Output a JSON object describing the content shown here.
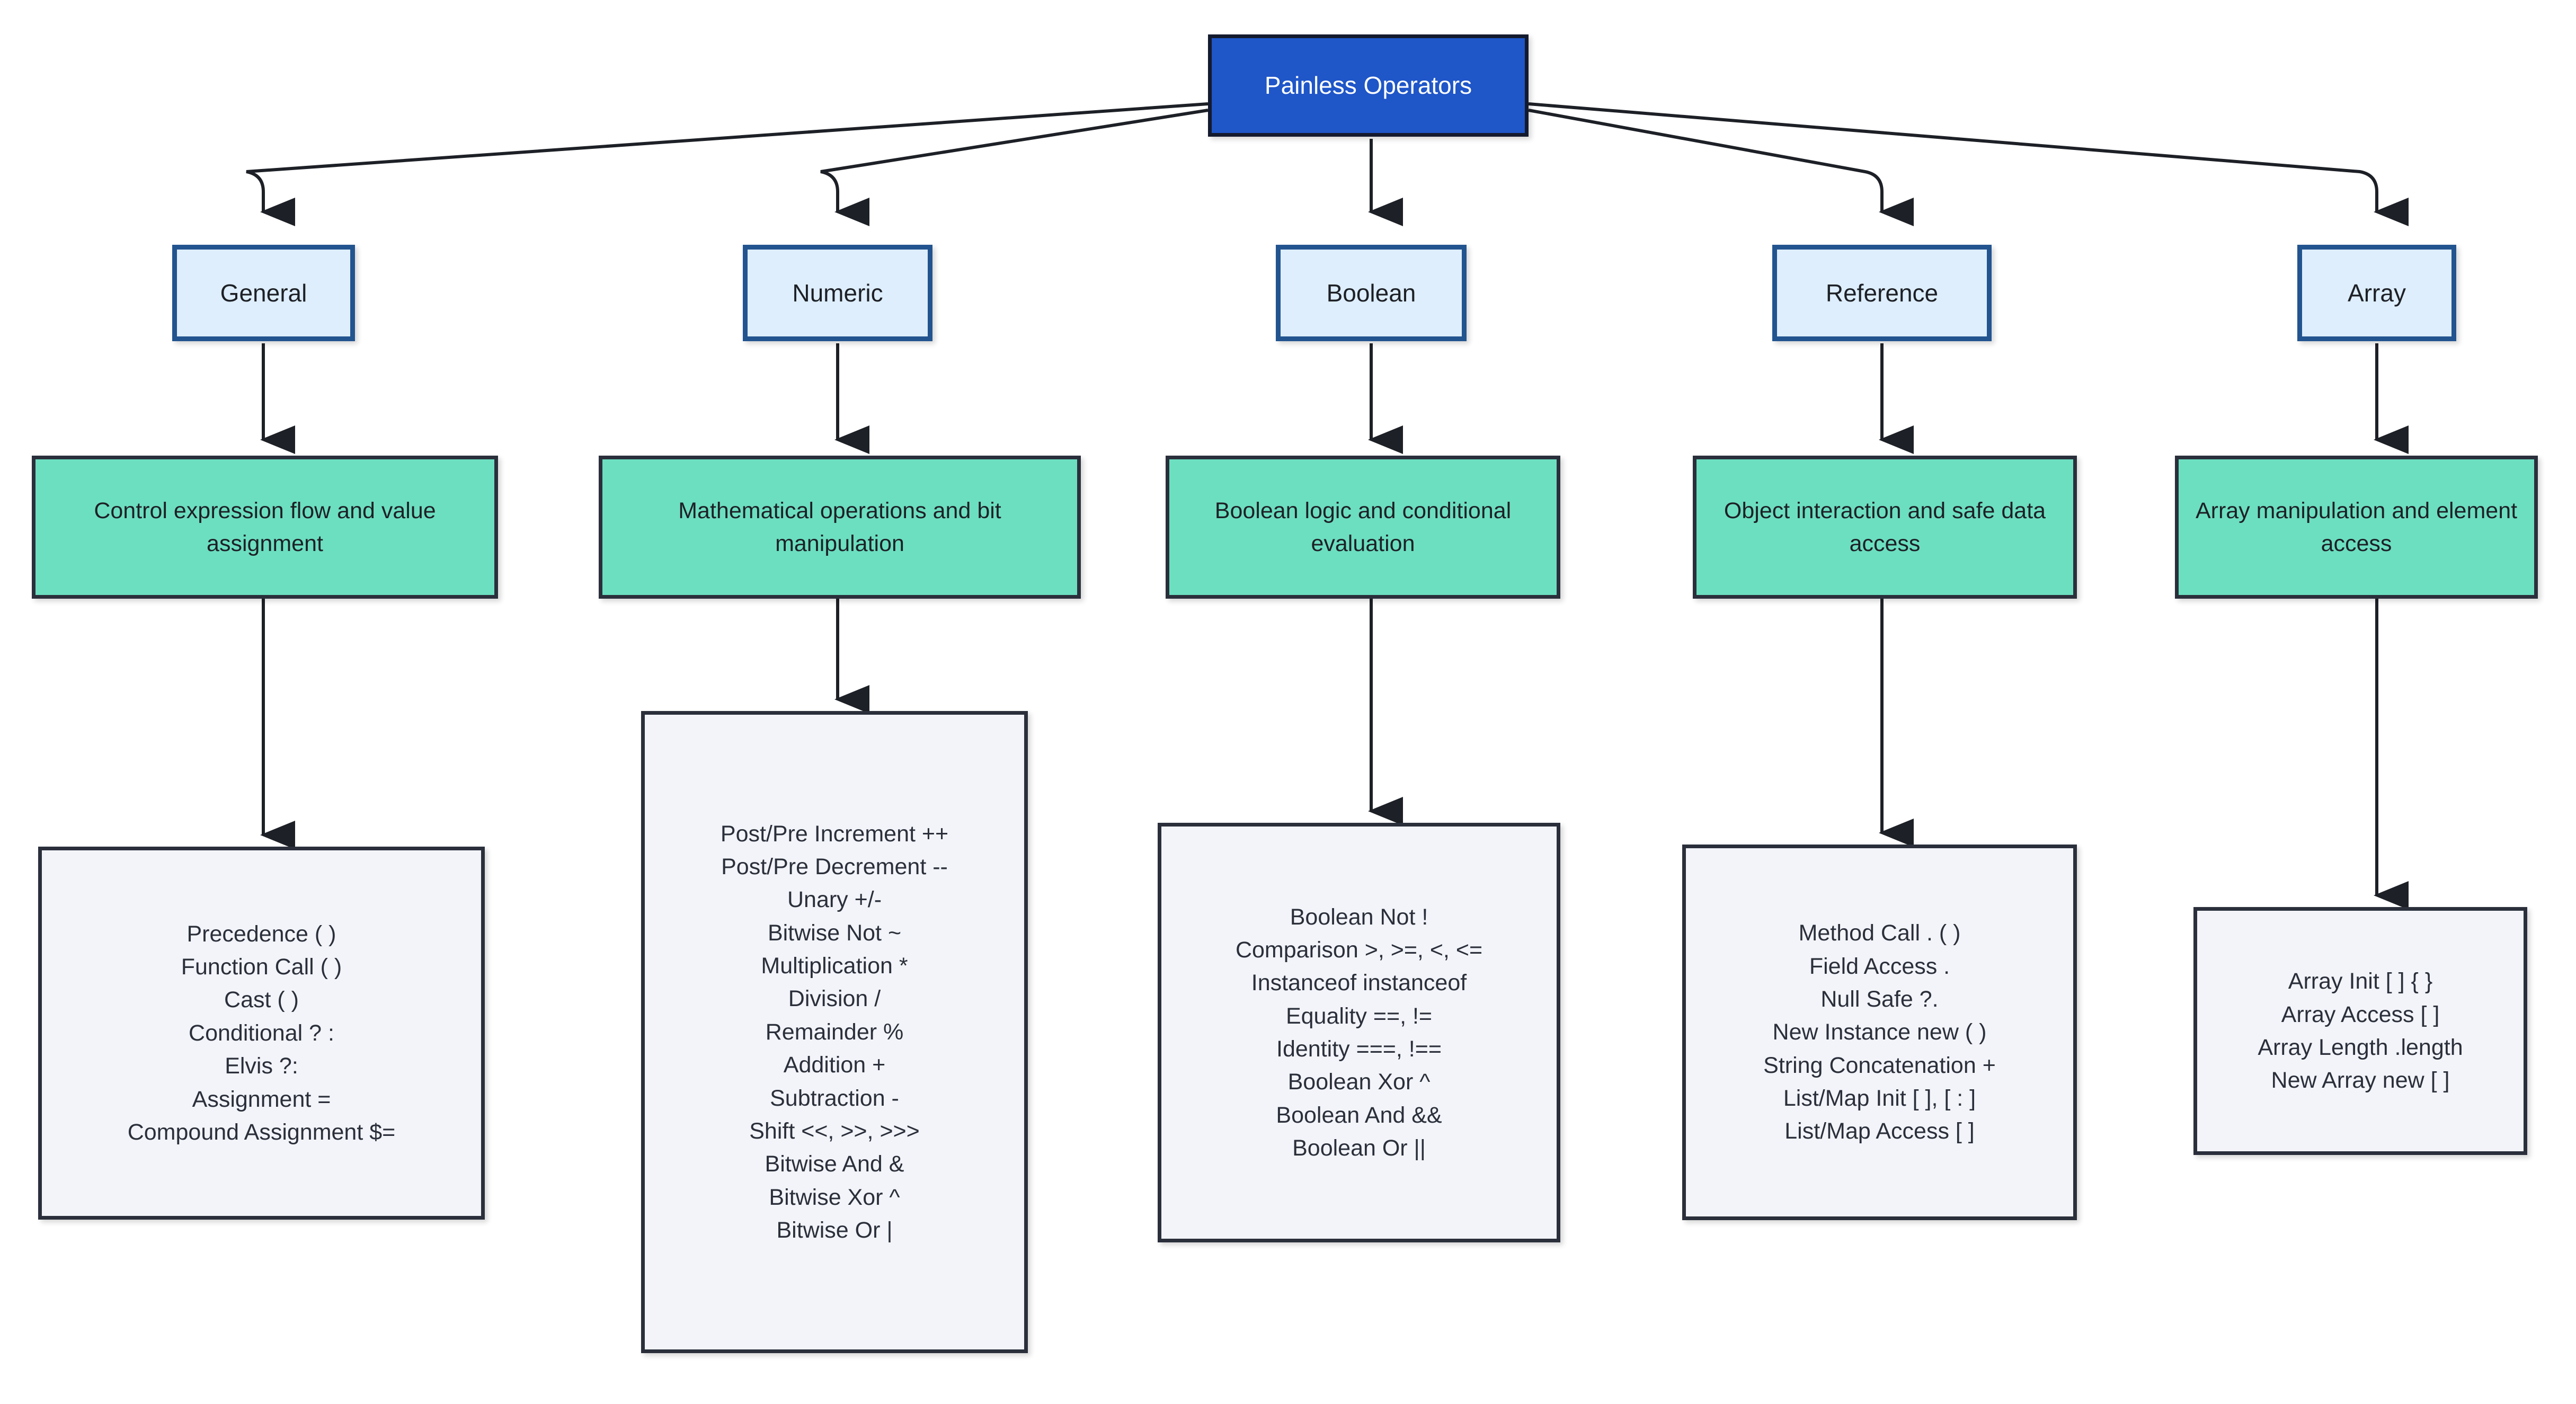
{
  "diagram": {
    "title": "Painless Operators",
    "type": "flowchart",
    "orientation": "top-down",
    "colors": {
      "root_fill": "#1f56c8",
      "root_border": "#141a2e",
      "root_text": "#ffffff",
      "category_fill": "#deeefc",
      "category_border": "#22548f",
      "description_fill": "#6cdfc0",
      "description_border": "#2a2f3b",
      "list_fill": "#f2f4f9",
      "list_border": "#2a2f3b",
      "edge_stroke": "#1d2026",
      "background": "#ffffff"
    }
  },
  "root": {
    "label": "Painless Operators"
  },
  "branches": [
    {
      "id": "general",
      "category": "General",
      "description": "Control expression flow and value assignment",
      "operators": [
        "Precedence ( )",
        "Function Call ( )",
        "Cast ( )",
        "Conditional ? :",
        "Elvis ?:",
        "Assignment =",
        "Compound Assignment $="
      ]
    },
    {
      "id": "numeric",
      "category": "Numeric",
      "description": "Mathematical operations and bit manipulation",
      "operators": [
        "Post/Pre Increment ++",
        "Post/Pre Decrement --",
        "Unary +/-",
        "Bitwise Not ~",
        "Multiplication *",
        "Division /",
        "Remainder %",
        "Addition +",
        "Subtraction -",
        "Shift <<, >>, >>>",
        "Bitwise And &",
        "Bitwise Xor ^",
        "Bitwise Or |"
      ]
    },
    {
      "id": "boolean",
      "category": "Boolean",
      "description": "Boolean logic and conditional evaluation",
      "operators": [
        "Boolean Not !",
        "Comparison >, >=, <, <=",
        "Instanceof instanceof",
        "Equality ==, !=",
        "Identity ===, !==",
        "Boolean Xor ^",
        "Boolean And &&",
        "Boolean Or ||"
      ]
    },
    {
      "id": "reference",
      "category": "Reference",
      "description": "Object interaction and safe data access",
      "operators": [
        "Method Call . ( )",
        "Field Access .",
        "Null Safe ?.",
        "New Instance new ( )",
        "String Concatenation +",
        "List/Map Init [ ], [ : ]",
        "List/Map Access [ ]"
      ]
    },
    {
      "id": "array",
      "category": "Array",
      "description": "Array manipulation and element access",
      "operators": [
        "Array Init [ ] { }",
        "Array Access [ ]",
        "Array Length .length",
        "New Array new [ ]"
      ]
    }
  ]
}
